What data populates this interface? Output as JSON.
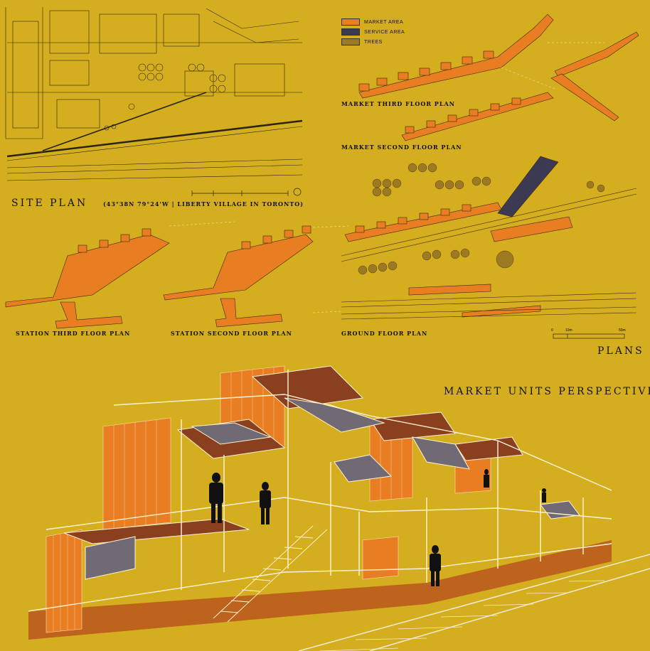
{
  "legend": {
    "items": [
      {
        "label": "MARKET AREA",
        "color": "#e87d22"
      },
      {
        "label": "SERVICE AREA",
        "color": "#3b3a52"
      },
      {
        "label": "TREES",
        "color": "#9d7a22"
      }
    ]
  },
  "labels": {
    "site_plan": "SITE PLAN",
    "coords": "(43°38N 79°24'W | LIBERTY VILLAGE IN TORONTO)",
    "market_third": "MARKET THIRD FLOOR PLAN",
    "market_second": "MARKET SECOND FLOOR PLAN",
    "station_third": "STATION THIRD FLOOR PLAN",
    "station_second": "STATION SECOND FLOOR PLAN",
    "ground": "GROUND FLOOR PLAN",
    "plans": "PLANS",
    "perspective": "MARKET UNITS PERSPECTIVE"
  },
  "scale_bar": {
    "marks": [
      "0",
      "10m",
      "50m"
    ]
  },
  "colors": {
    "background": "#d5ae1f",
    "market": "#e87d22",
    "service": "#3b3a52",
    "trees": "#9d7a22"
  }
}
